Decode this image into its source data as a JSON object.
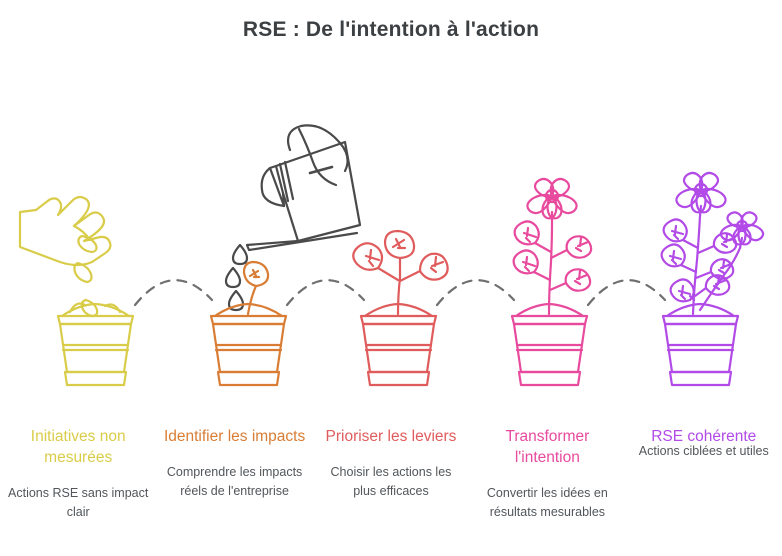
{
  "title": "RSE : De l'intention à l'action",
  "palette": {
    "title_color": "#3c4043",
    "description_color": "#52565a",
    "connector_color": "#6f6f6f",
    "watering_can_color": "#4a4a4a",
    "background": "#ffffff"
  },
  "stages": [
    {
      "index": 1,
      "heading": "Initiatives non mesurées",
      "description": "Actions RSE sans impact clair",
      "color": "#d9cc48",
      "illustration": "hand-dropping-seed-into-pot"
    },
    {
      "index": 2,
      "heading": "Identifier les impacts",
      "description": "Comprendre les impacts réels de l'entreprise",
      "color": "#d97d35",
      "illustration": "watering-can-watering-sprout-in-pot"
    },
    {
      "index": 3,
      "heading": "Prioriser les leviers",
      "description": "Choisir les actions les plus efficaces",
      "color": "#e05c5c",
      "illustration": "young-plant-three-leaves-in-pot"
    },
    {
      "index": 4,
      "heading": "Transformer l'intention",
      "description": "Convertir les idées en résultats mesurables",
      "color": "#e84a9e",
      "illustration": "flowering-plant-in-pot"
    },
    {
      "index": 5,
      "heading": "RSE cohérente",
      "description": "Actions ciblées et utiles",
      "color": "#b24ae8",
      "illustration": "full-bloom-two-flowers-plant-in-pot"
    }
  ]
}
